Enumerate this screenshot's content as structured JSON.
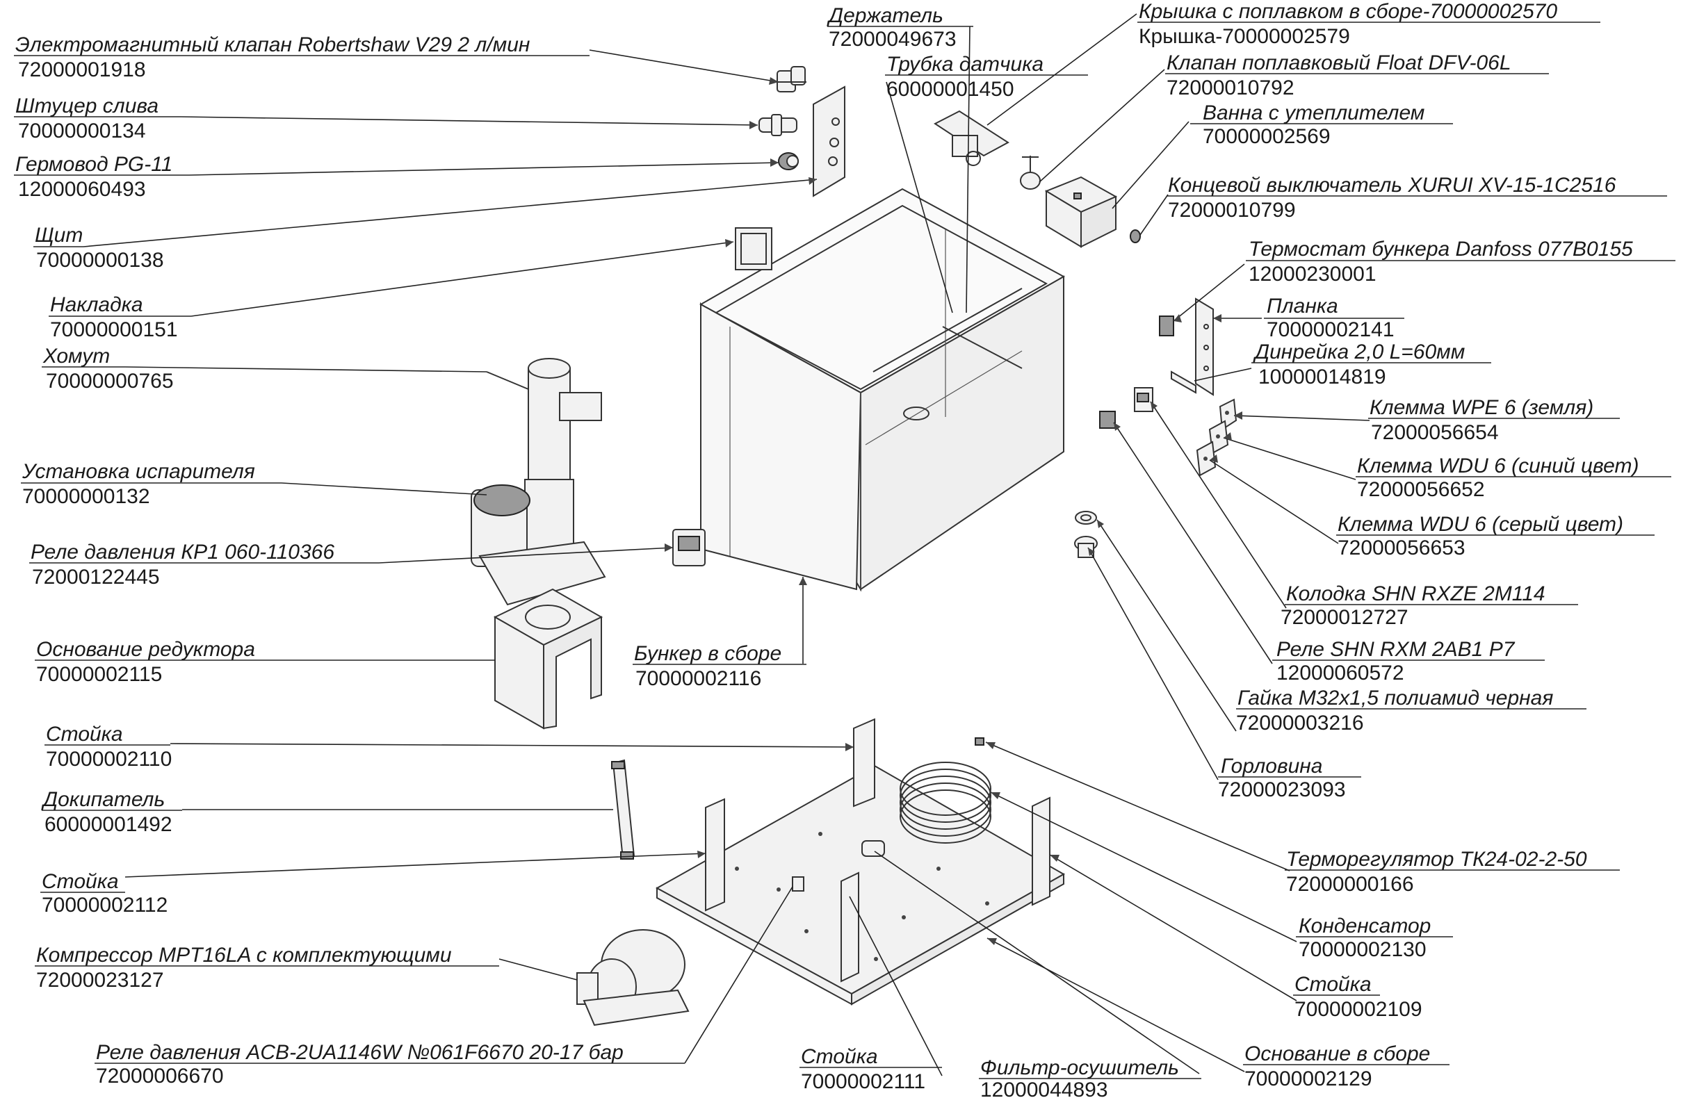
{
  "callouts": [
    {
      "id": "em-valve",
      "name": "Электромагнитный клапан Robertshaw V29 2 л/мин",
      "code": "72000001918"
    },
    {
      "id": "drain-fitting",
      "name": "Штуцер слива",
      "code": "70000000134"
    },
    {
      "id": "cable-gland",
      "name": "Гермовод PG-11",
      "code": "12000060493"
    },
    {
      "id": "shield",
      "name": "Щит",
      "code": "70000000138"
    },
    {
      "id": "cover-plate",
      "name": "Накладка",
      "code": "70000000151"
    },
    {
      "id": "clamp",
      "name": "Хомут",
      "code": "70000000765"
    },
    {
      "id": "evaporator",
      "name": "Установка испарителя",
      "code": "70000000132"
    },
    {
      "id": "pressure-relay-kp1",
      "name": "Реле давления КР1 060-110366",
      "code": "72000122445"
    },
    {
      "id": "gearbox-base",
      "name": "Основание редуктора",
      "code": "70000002115"
    },
    {
      "id": "bunker-assembly",
      "name": "Бункер в сборе",
      "code": "70000002116"
    },
    {
      "id": "holder",
      "name": "Держатель",
      "code": "72000049673"
    },
    {
      "id": "sensor-tube",
      "name": "Трубка датчика",
      "code": "60000001450"
    },
    {
      "id": "float-lid-assembly",
      "name": "Крышка с поплавком в сборе-70000002570",
      "code": "Крышка-70000002579"
    },
    {
      "id": "float-valve",
      "name": "Клапан поплавковый Float DFV-06L",
      "code": "72000010792"
    },
    {
      "id": "insulated-tray",
      "name": "Ванна с утеплителем",
      "code": "70000002569"
    },
    {
      "id": "limit-switch",
      "name": "Концевой выключатель XURUI XV-15-1C2516",
      "code": "72000010799"
    },
    {
      "id": "bunker-thermostat",
      "name": "Термостат бункера Danfoss 077B0155",
      "code": "12000230001"
    },
    {
      "id": "plank",
      "name": "Планка",
      "code": "70000002141"
    },
    {
      "id": "din-rail",
      "name": "Динрейка 2,0 L=60мм",
      "code": "10000014819"
    },
    {
      "id": "terminal-wpe6",
      "name": "Клемма WPE 6 (земля)",
      "code": "72000056654"
    },
    {
      "id": "terminal-wdu6-blue",
      "name": "Клемма WDU 6 (синий цвет)",
      "code": "72000056652"
    },
    {
      "id": "terminal-wdu6-grey",
      "name": "Клемма WDU 6 (серый цвет)",
      "code": "72000056653"
    },
    {
      "id": "socket-rxze",
      "name": "Колодка SHN RXZE 2M114",
      "code": "72000012727"
    },
    {
      "id": "relay-rxm",
      "name": "Реле SHN RXM 2AB1 P7",
      "code": "12000060572"
    },
    {
      "id": "nut-m32",
      "name": "Гайка М32х1,5 полиамид черная",
      "code": "72000003216"
    },
    {
      "id": "filler-neck",
      "name": "Горловина",
      "code": "72000023093"
    },
    {
      "id": "stand-2110",
      "name": "Стойка",
      "code": "70000002110"
    },
    {
      "id": "cop-catcher",
      "name": "Докипатель",
      "code": "60000001492"
    },
    {
      "id": "stand-2112",
      "name": "Стойка",
      "code": "70000002112"
    },
    {
      "id": "compressor",
      "name": "Компрессор MPT16LA с комплектующими",
      "code": "72000023127"
    },
    {
      "id": "pressure-relay-acb",
      "name": "Реле давления ACB-2UA1146W №061F6670 20-17 бар",
      "code": "72000006670"
    },
    {
      "id": "stand-2111",
      "name": "Стойка",
      "code": "70000002111"
    },
    {
      "id": "filter-drier",
      "name": "Фильтр-осушитель",
      "code": "12000044893"
    },
    {
      "id": "base-assembly",
      "name": "Основание в сборе",
      "code": "70000002129"
    },
    {
      "id": "stand-2109",
      "name": "Стойка",
      "code": "70000002109"
    },
    {
      "id": "condenser",
      "name": "Конденсатор",
      "code": "70000002130"
    },
    {
      "id": "thermoregulator",
      "name": "Терморегулятор ТК24-02-2-50",
      "code": "72000000166"
    }
  ]
}
